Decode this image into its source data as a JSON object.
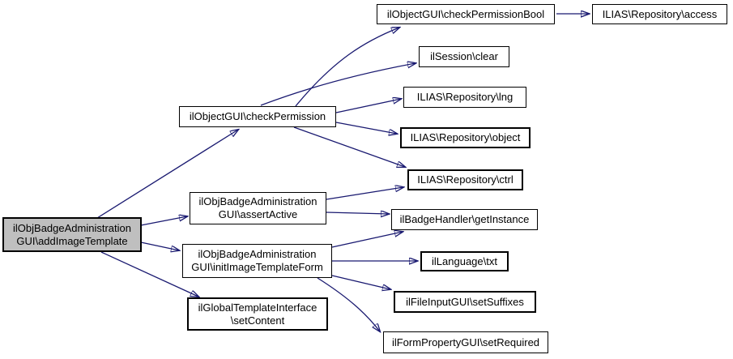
{
  "diagram": {
    "type": "call-graph",
    "colors": {
      "edge": "#191970",
      "node_fill": "#ffffff",
      "node_border": "#000000",
      "highlight_fill": "#bfbfbf",
      "background": "#ffffff"
    }
  },
  "nodes": [
    {
      "id": "addImageTemplate",
      "label": "ilObjBadgeAdministration\nGUI\\addImageTemplate",
      "highlighted": true
    },
    {
      "id": "checkPermission",
      "label": "ilObjectGUI\\checkPermission",
      "highlighted": false
    },
    {
      "id": "assertActive",
      "label": "ilObjBadgeAdministration\nGUI\\assertActive",
      "highlighted": false
    },
    {
      "id": "initImageTemplateForm",
      "label": "ilObjBadgeAdministration\nGUI\\initImageTemplateForm",
      "highlighted": false
    },
    {
      "id": "setContent",
      "label": "ilGlobalTemplateInterface\n\\setContent",
      "highlighted": false
    },
    {
      "id": "checkPermissionBool",
      "label": "ilObjectGUI\\checkPermissionBool",
      "highlighted": false
    },
    {
      "id": "access",
      "label": "ILIAS\\Repository\\access",
      "highlighted": false
    },
    {
      "id": "clear",
      "label": "ilSession\\clear",
      "highlighted": false
    },
    {
      "id": "lng",
      "label": "ILIAS\\Repository\\lng",
      "highlighted": false
    },
    {
      "id": "object",
      "label": "ILIAS\\Repository\\object",
      "highlighted": false
    },
    {
      "id": "ctrl",
      "label": "ILIAS\\Repository\\ctrl",
      "highlighted": false
    },
    {
      "id": "getInstance",
      "label": "ilBadgeHandler\\getInstance",
      "highlighted": false
    },
    {
      "id": "txt",
      "label": "ilLanguage\\txt",
      "highlighted": false
    },
    {
      "id": "setSuffixes",
      "label": "ilFileInputGUI\\setSuffixes",
      "highlighted": false
    },
    {
      "id": "setRequired",
      "label": "ilFormPropertyGUI\\setRequired",
      "highlighted": false
    }
  ],
  "edges": [
    {
      "from": "addImageTemplate",
      "to": "checkPermission"
    },
    {
      "from": "addImageTemplate",
      "to": "assertActive"
    },
    {
      "from": "addImageTemplate",
      "to": "initImageTemplateForm"
    },
    {
      "from": "addImageTemplate",
      "to": "setContent"
    },
    {
      "from": "checkPermission",
      "to": "checkPermissionBool"
    },
    {
      "from": "checkPermissionBool",
      "to": "access"
    },
    {
      "from": "checkPermission",
      "to": "clear"
    },
    {
      "from": "checkPermission",
      "to": "lng"
    },
    {
      "from": "checkPermission",
      "to": "object"
    },
    {
      "from": "checkPermission",
      "to": "ctrl"
    },
    {
      "from": "assertActive",
      "to": "ctrl"
    },
    {
      "from": "assertActive",
      "to": "getInstance"
    },
    {
      "from": "initImageTemplateForm",
      "to": "getInstance"
    },
    {
      "from": "initImageTemplateForm",
      "to": "txt"
    },
    {
      "from": "initImageTemplateForm",
      "to": "setSuffixes"
    },
    {
      "from": "initImageTemplateForm",
      "to": "setRequired"
    }
  ]
}
